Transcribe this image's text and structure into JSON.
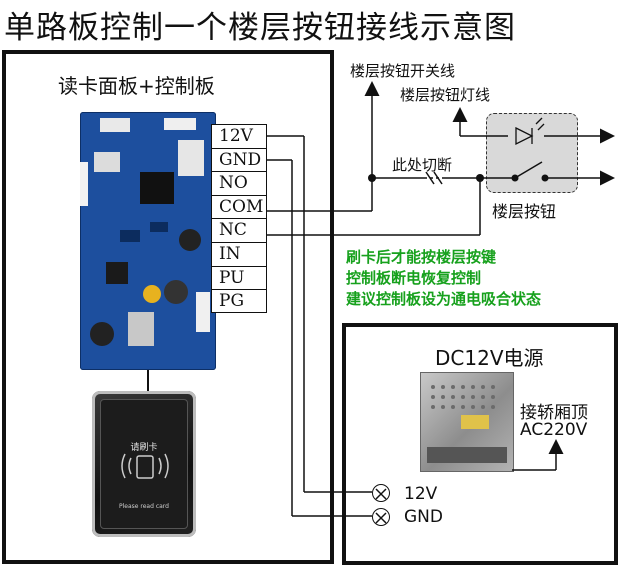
{
  "title": "单路板控制一个楼层按钮接线示意图",
  "reader_panel": {
    "label": "读卡面板+控制板",
    "card_reader_text": "请刷卡",
    "card_reader_subtext": "Please read card"
  },
  "terminals": [
    "12V",
    "GND",
    "NO",
    "COM",
    "NC",
    "IN",
    "PU",
    "PG"
  ],
  "button_wiring": {
    "switch_line_label": "楼层按钮开关线",
    "lamp_line_label": "楼层按钮灯线",
    "cut_here_label": "此处切断",
    "button_label": "楼层按钮"
  },
  "note_lines": [
    "刷卡后才能按楼层按键",
    "控制板断电恢复控制",
    "建议控制板设为通电吸合状态"
  ],
  "psu_panel": {
    "label": "DC12V电源",
    "source_label_line1": "接轿厢顶",
    "source_label_line2": "AC220V",
    "outputs": [
      "12V",
      "GND"
    ]
  },
  "colors": {
    "line": "#111111",
    "note_green": "#17a11d",
    "board_blue": "#1d4f9e"
  }
}
